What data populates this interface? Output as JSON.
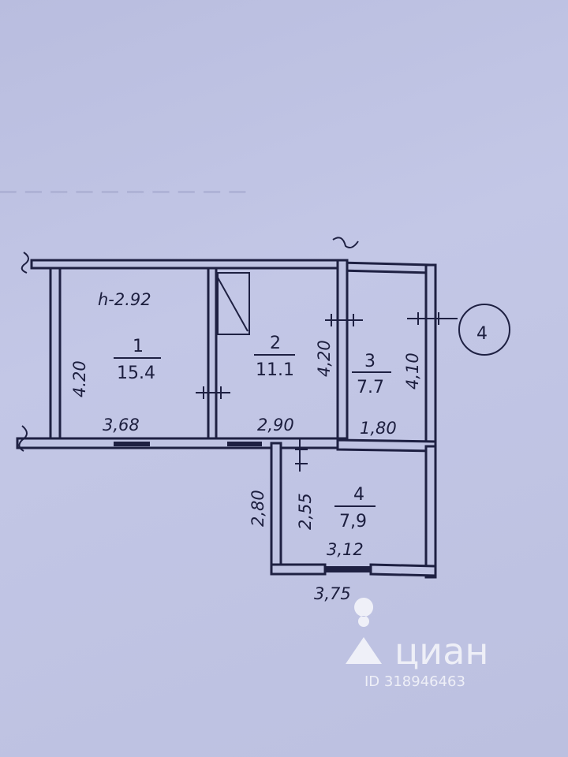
{
  "ceiling_height": "h-2.92",
  "rooms": [
    {
      "number": "1",
      "area": "15.4"
    },
    {
      "number": "2",
      "area": "11.1"
    },
    {
      "number": "3",
      "area": "7.7"
    },
    {
      "number": "4",
      "area": "7,9"
    }
  ],
  "dimensions": {
    "room1_height": "4.20",
    "room1_width": "3,68",
    "room2_width": "2,90",
    "room2_right_height": "4,20",
    "room3_height": "4,10",
    "room3_width": "1,80",
    "room4_outer_height": "2,80",
    "room4_inner_height": "2,55",
    "room4_inner_width": "3,12",
    "room4_outer_width": "3,75"
  },
  "section_marker": "4",
  "watermark": {
    "brand": "циан",
    "id_text": "ID 318946463"
  }
}
